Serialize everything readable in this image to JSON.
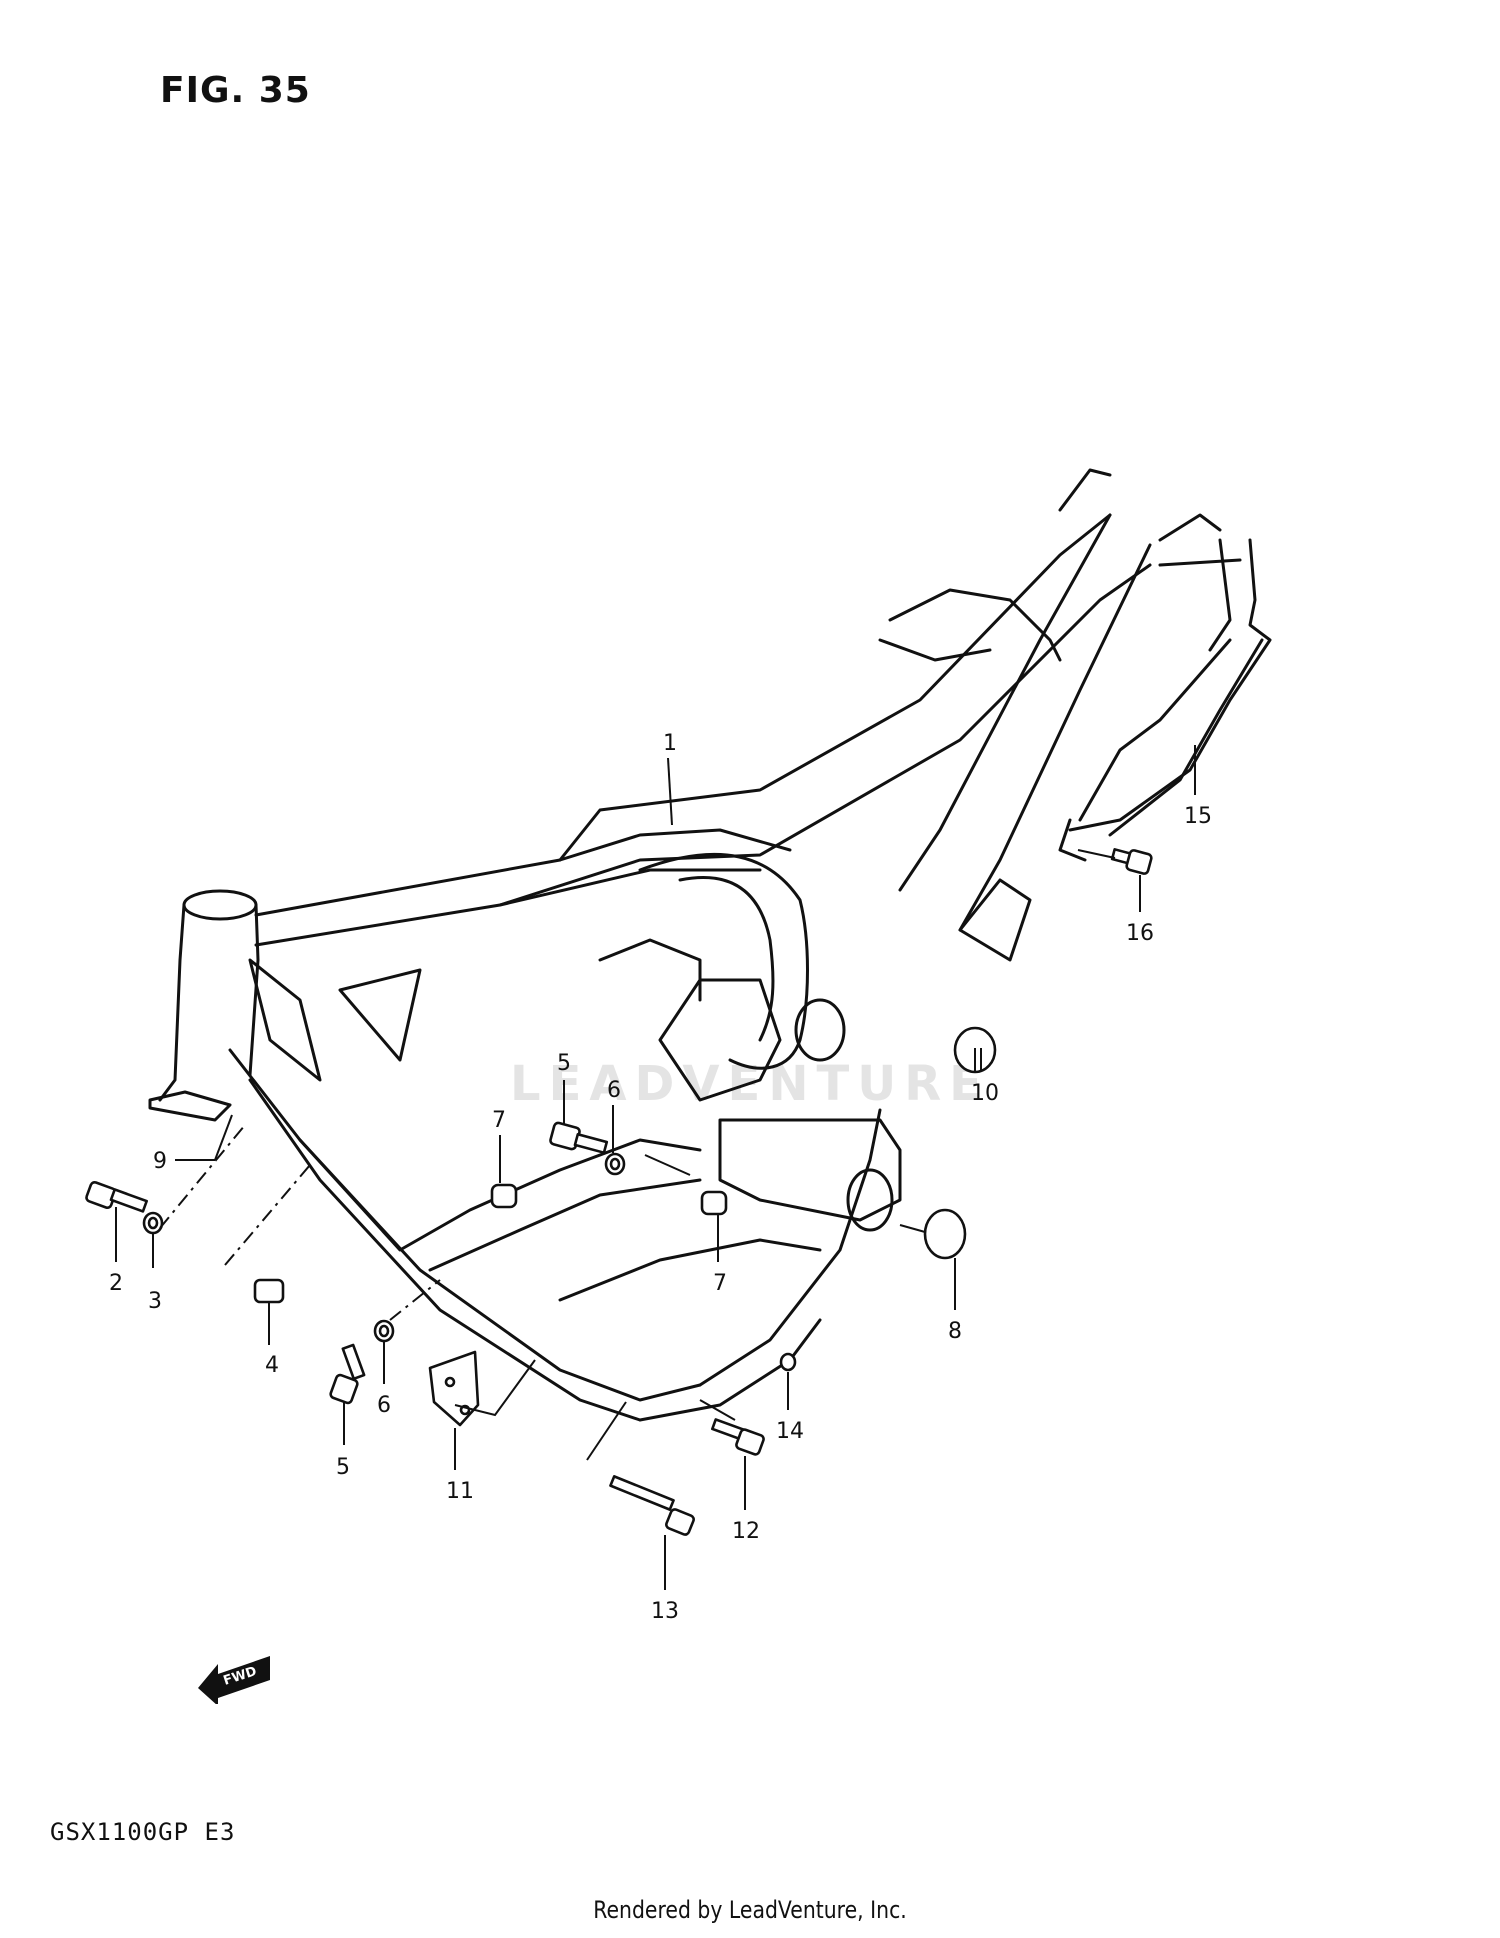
{
  "figure": {
    "title": "FIG. 35",
    "model_code": "GSX1100GP  E3",
    "watermark": "LEADVENTURE",
    "render_credit": "Rendered by LeadVenture, Inc.",
    "fwd_label": "FWD"
  },
  "callouts": [
    {
      "id": "c1",
      "label": "1"
    },
    {
      "id": "c2",
      "label": "2"
    },
    {
      "id": "c3",
      "label": "3"
    },
    {
      "id": "c4",
      "label": "4"
    },
    {
      "id": "c5a",
      "label": "5"
    },
    {
      "id": "c5b",
      "label": "5"
    },
    {
      "id": "c6a",
      "label": "6"
    },
    {
      "id": "c6b",
      "label": "6"
    },
    {
      "id": "c7a",
      "label": "7"
    },
    {
      "id": "c7b",
      "label": "7"
    },
    {
      "id": "c8",
      "label": "8"
    },
    {
      "id": "c9",
      "label": "9"
    },
    {
      "id": "c10",
      "label": "10"
    },
    {
      "id": "c11",
      "label": "11"
    },
    {
      "id": "c12",
      "label": "12"
    },
    {
      "id": "c13",
      "label": "13"
    },
    {
      "id": "c14",
      "label": "14"
    },
    {
      "id": "c15",
      "label": "15"
    },
    {
      "id": "c16",
      "label": "16"
    }
  ]
}
